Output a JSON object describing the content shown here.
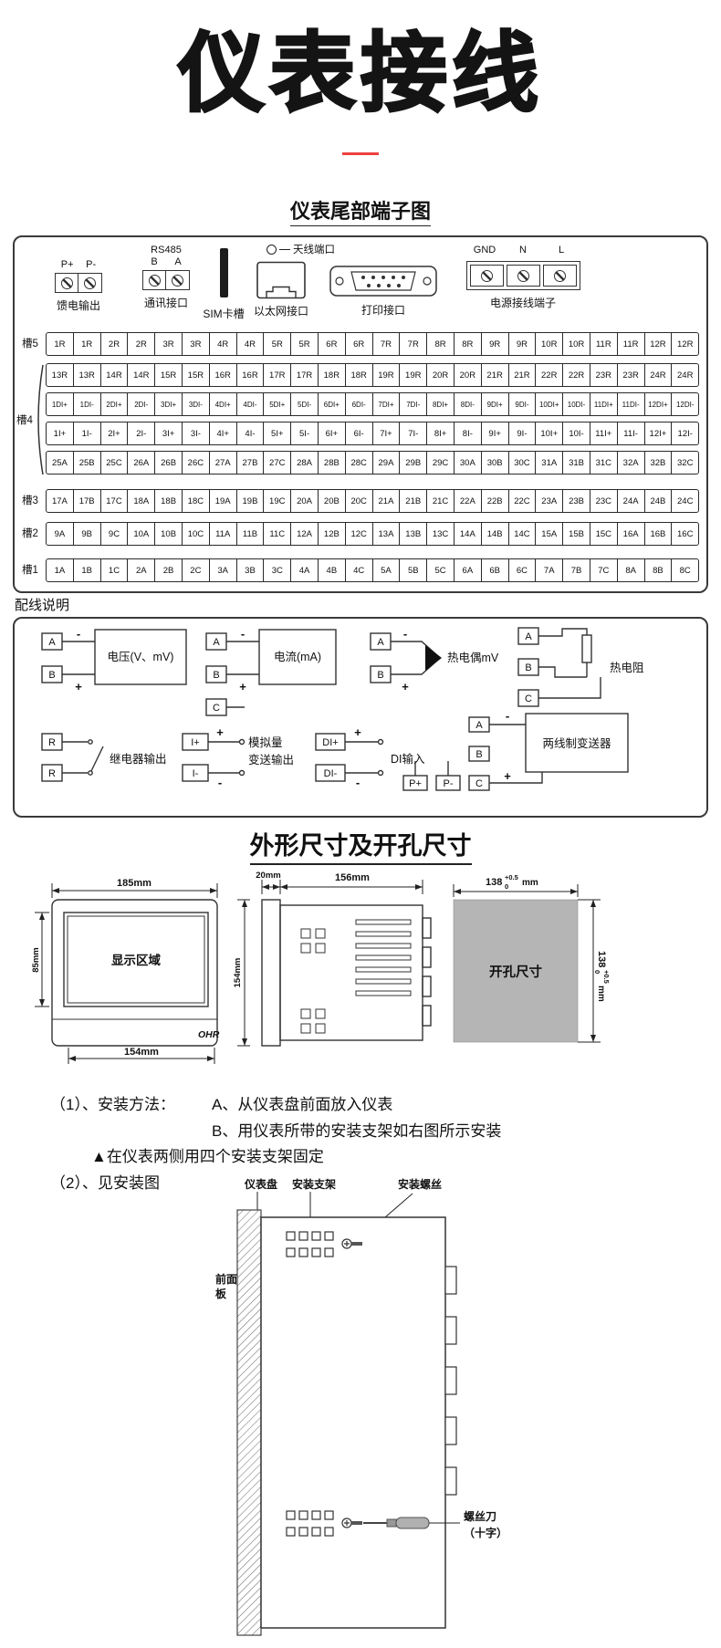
{
  "page": {
    "title": "仪表接线",
    "terminal_heading": "仪表尾部端子图",
    "wiring_heading": "配线说明",
    "dimensions_heading": "外形尺寸及开孔尺寸"
  },
  "terminal_panel": {
    "antenna_label": "天线端口",
    "feed_output": {
      "t1": "P+",
      "t2": "P-",
      "label": "馈电输出"
    },
    "comm": {
      "title": "RS485",
      "t1": "B",
      "t2": "A",
      "label": "通讯接口"
    },
    "sim_label": "SIM卡槽",
    "ethernet_label": "以太网接口",
    "print_label": "打印接口",
    "power": {
      "t1": "GND",
      "t2": "N",
      "t3": "L",
      "label": "电源接线端子"
    },
    "slots": {
      "slot5": "槽5",
      "slot4": "槽4",
      "slot3": "槽3",
      "slot2": "槽2",
      "slot1": "槽1"
    },
    "rows": {
      "slot5_relay": [
        "1R",
        "1R",
        "2R",
        "2R",
        "3R",
        "3R",
        "4R",
        "4R",
        "5R",
        "5R",
        "6R",
        "6R",
        "7R",
        "7R",
        "8R",
        "8R",
        "9R",
        "9R",
        "10R",
        "10R",
        "11R",
        "11R",
        "12R",
        "12R"
      ],
      "relay13": [
        "13R",
        "13R",
        "14R",
        "14R",
        "15R",
        "15R",
        "16R",
        "16R",
        "17R",
        "17R",
        "18R",
        "18R",
        "19R",
        "19R",
        "20R",
        "20R",
        "21R",
        "21R",
        "22R",
        "22R",
        "23R",
        "23R",
        "24R",
        "24R"
      ],
      "di": [
        "1DI+",
        "1DI-",
        "2DI+",
        "2DI-",
        "3DI+",
        "3DI-",
        "4DI+",
        "4DI-",
        "5DI+",
        "5DI-",
        "6DI+",
        "6DI-",
        "7DI+",
        "7DI-",
        "8DI+",
        "8DI-",
        "9DI+",
        "9DI-",
        "10DI+",
        "10DI-",
        "11DI+",
        "11DI-",
        "12DI+",
        "12DI-"
      ],
      "analog_out": [
        "1I+",
        "1I-",
        "2I+",
        "2I-",
        "3I+",
        "3I-",
        "4I+",
        "4I-",
        "5I+",
        "5I-",
        "6I+",
        "6I-",
        "7I+",
        "7I-",
        "8I+",
        "8I-",
        "9I+",
        "9I-",
        "10I+",
        "10I-",
        "11I+",
        "11I-",
        "12I+",
        "12I-"
      ],
      "ai2532": [
        "25A",
        "25B",
        "25C",
        "26A",
        "26B",
        "26C",
        "27A",
        "27B",
        "27C",
        "28A",
        "28B",
        "28C",
        "29A",
        "29B",
        "29C",
        "30A",
        "30B",
        "30C",
        "31A",
        "31B",
        "31C",
        "32A",
        "32B",
        "32C"
      ],
      "slot3": [
        "17A",
        "17B",
        "17C",
        "18A",
        "18B",
        "18C",
        "19A",
        "19B",
        "19C",
        "20A",
        "20B",
        "20C",
        "21A",
        "21B",
        "21C",
        "22A",
        "22B",
        "22C",
        "23A",
        "23B",
        "23C",
        "24A",
        "24B",
        "24C"
      ],
      "slot2": [
        "9A",
        "9B",
        "9C",
        "10A",
        "10B",
        "10C",
        "11A",
        "11B",
        "11C",
        "12A",
        "12B",
        "12C",
        "13A",
        "13B",
        "13C",
        "14A",
        "14B",
        "14C",
        "15A",
        "15B",
        "15C",
        "16A",
        "16B",
        "16C"
      ],
      "slot1": [
        "1A",
        "1B",
        "1C",
        "2A",
        "2B",
        "2C",
        "3A",
        "3B",
        "3C",
        "4A",
        "4B",
        "4C",
        "5A",
        "5B",
        "5C",
        "6A",
        "6B",
        "6C",
        "7A",
        "7B",
        "7C",
        "8A",
        "8B",
        "8C"
      ]
    }
  },
  "signs": {
    "plus": "+",
    "minus": "-"
  },
  "wiring": {
    "voltage": {
      "t1": "A",
      "t2": "B",
      "label": "电压(V、mV)"
    },
    "current": {
      "t1": "A",
      "t2": "B",
      "t3": "C",
      "label": "电流(mA)"
    },
    "thermocouple": {
      "t1": "A",
      "t2": "B",
      "label": "热电偶mV"
    },
    "rtd": {
      "t1": "A",
      "t2": "B",
      "t3": "C",
      "label": "热电阻"
    },
    "relay": {
      "t1": "R",
      "t2": "R",
      "label": "继电器输出"
    },
    "analog_out": {
      "t1": "I+",
      "t2": "I-",
      "label1": "模拟量",
      "label2": "变送输出"
    },
    "di": {
      "t1": "DI+",
      "t2": "DI-",
      "label": "DI输入"
    },
    "transmitter": {
      "t1": "A",
      "t2": "B",
      "t3": "C",
      "p1": "P+",
      "p2": "P-",
      "label": "两线制变送器"
    }
  },
  "dimensions": {
    "front": {
      "width": "185mm",
      "display_height": "85mm",
      "bottom_width": "154mm",
      "display_label": "显示区域",
      "logo": "OHR"
    },
    "side": {
      "height": "154mm",
      "bezel": "20mm",
      "depth": "156mm"
    },
    "cutout": {
      "value": "138",
      "tol_upper": "+0.5",
      "tol_lower": "0",
      "unit": "mm",
      "label": "开孔尺寸"
    }
  },
  "install": {
    "step1_label": "（1）、安装方法：",
    "step1_a": "A、从仪表盘前面放入仪表",
    "step1_b": "B、用仪表所带的安装支架如右图所示安装",
    "note": "▲在仪表两侧用四个安装支架固定",
    "step2_label": "（2）、见安装图",
    "diagram": {
      "panel": "仪表盘",
      "bracket": "安装支架",
      "screw": "安装螺丝",
      "front_panel_line1": "前面",
      "front_panel_line2": "板",
      "screwdriver_line1": "螺丝刀",
      "screwdriver_line2": "（十字）"
    }
  }
}
